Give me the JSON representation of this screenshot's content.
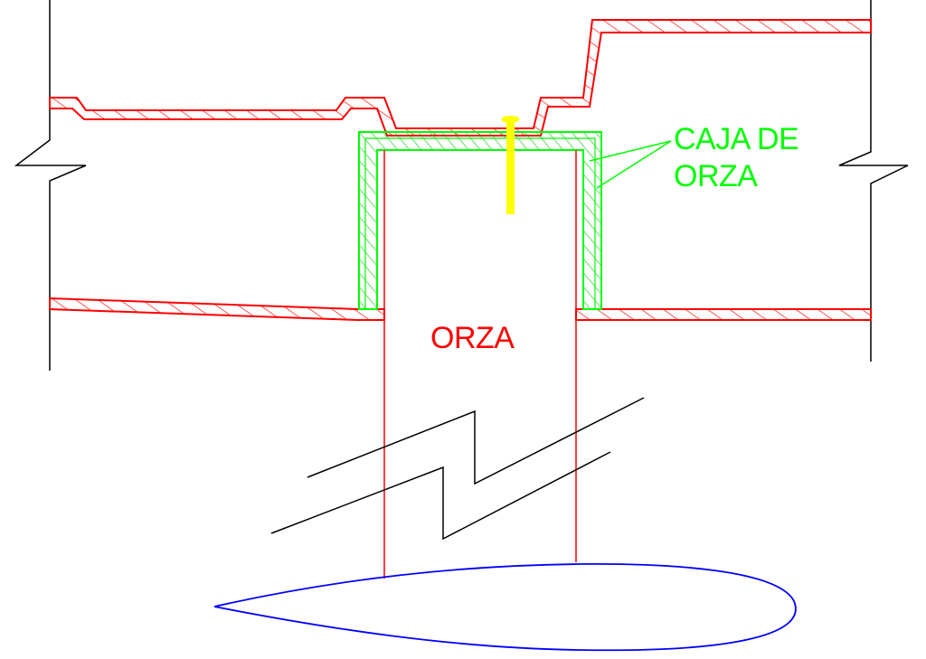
{
  "labels": {
    "caja_line1": "CAJA DE",
    "caja_line2": "ORZA",
    "orza": "ORZA"
  },
  "colors": {
    "hull": "#ff0000",
    "case": "#00ff00",
    "bolt": "#ffff00",
    "foil": "#0000ff",
    "lines": "#000000",
    "background": "#ffffff"
  }
}
